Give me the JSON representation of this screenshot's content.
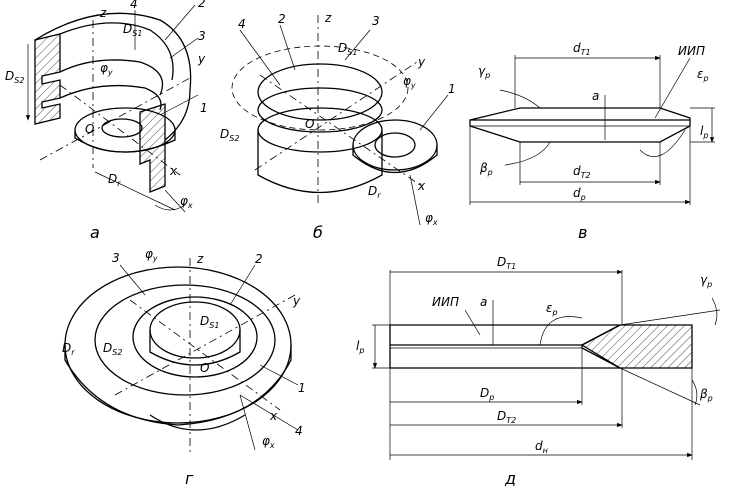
{
  "labels": {
    "a": {
      "z": "z",
      "y": "y",
      "x": "x",
      "o": "O",
      "n1": "1",
      "n2": "2",
      "n3": "3",
      "n4": "4",
      "ds1": "D",
      "ds1_sub": "S1",
      "ds2": "D",
      "ds2_sub": "S2",
      "dr": "D",
      "dr_sub": "r",
      "phiy": "φ",
      "phiy_sub": "y",
      "phix": "φ",
      "phix_sub": "x",
      "caption": "а"
    },
    "b": {
      "z": "z",
      "y": "y",
      "x": "x",
      "o": "O",
      "n1": "1",
      "n2": "2",
      "n3": "3",
      "n4": "4",
      "ds1": "D",
      "ds1_sub": "S1",
      "ds2": "D",
      "ds2_sub": "S2",
      "dr": "D",
      "dr_sub": "r",
      "phiy": "φ",
      "phiy_sub": "y",
      "phix": "φ",
      "phix_sub": "x",
      "caption": "б"
    },
    "v": {
      "dt1": "d",
      "dt1_sub": "T1",
      "dt2": "d",
      "dt2_sub": "T2",
      "dp": "d",
      "dp_sub": "p",
      "lp": "l",
      "lp_sub": "p",
      "a": "a",
      "gamma": "γ",
      "gamma_sub": "p",
      "beta": "β",
      "beta_sub": "p",
      "eps": "ε",
      "eps_sub": "p",
      "iip": "ИИП",
      "caption": "в"
    },
    "g": {
      "z": "z",
      "y": "y",
      "x": "x",
      "o": "O",
      "n1": "1",
      "n2": "2",
      "n3": "3",
      "n4": "4",
      "ds1": "D",
      "ds1_sub": "S1",
      "ds2": "D",
      "ds2_sub": "S2",
      "dr": "D",
      "dr_sub": "r",
      "phiy": "φ",
      "phiy_sub": "y",
      "phix": "φ",
      "phix_sub": "x",
      "caption": "г"
    },
    "d": {
      "dt1": "D",
      "dt1_sub": "T1",
      "dt2": "D",
      "dt2_sub": "T2",
      "dp": "D",
      "dp_sub": "p",
      "dn": "d",
      "dn_sub": "н",
      "lp": "l",
      "lp_sub": "p",
      "a": "a",
      "gamma": "γ",
      "gamma_sub": "p",
      "beta": "β",
      "beta_sub": "p",
      "eps": "ε",
      "eps_sub": "p",
      "iip": "ИИП",
      "caption": "д"
    }
  },
  "colors": {
    "line": "#000000",
    "background": "#ffffff"
  }
}
